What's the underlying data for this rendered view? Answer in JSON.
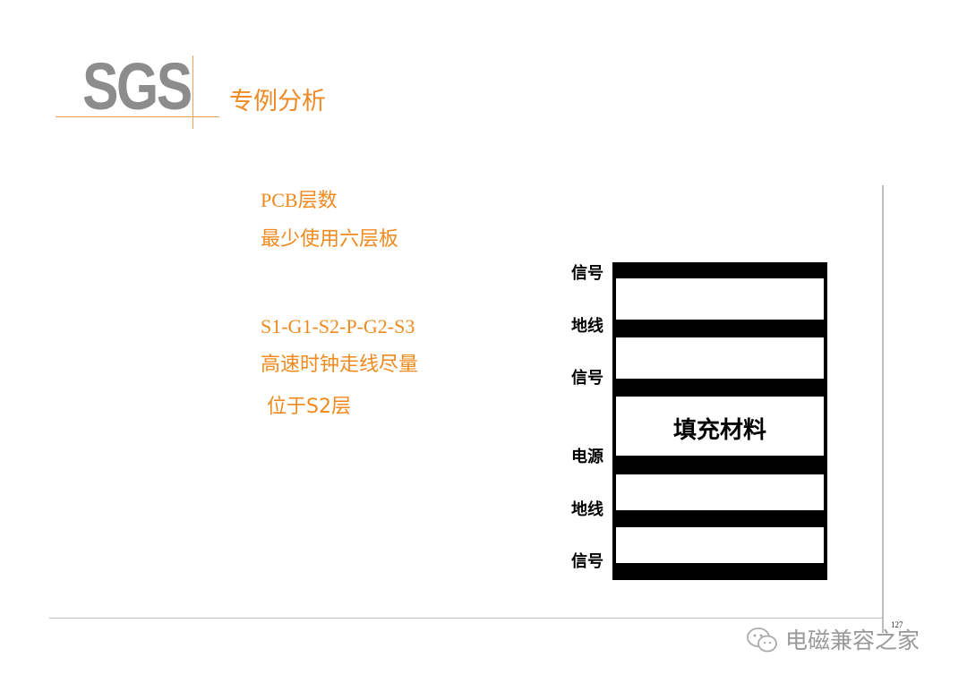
{
  "header": {
    "logo_text": "SGS",
    "title": "专例分析"
  },
  "content": {
    "line1": "PCB层数",
    "line2": "最少使用六层板",
    "line3": "S1-G1-S2-P-G2-S3",
    "line4": "高速时钟走线尽量",
    "line5": " 位于S2层"
  },
  "diagram": {
    "fill_label": "填充材料",
    "layers": [
      "信号",
      "地线",
      "信号",
      "电源",
      "地线",
      "信号"
    ]
  },
  "footer": {
    "page_number": "127",
    "watermark": "电磁兼容之家"
  },
  "colors": {
    "accent": "#f08a1e",
    "logo_gray": "#8c8c8c",
    "rule_gray": "#bdbdbd"
  }
}
